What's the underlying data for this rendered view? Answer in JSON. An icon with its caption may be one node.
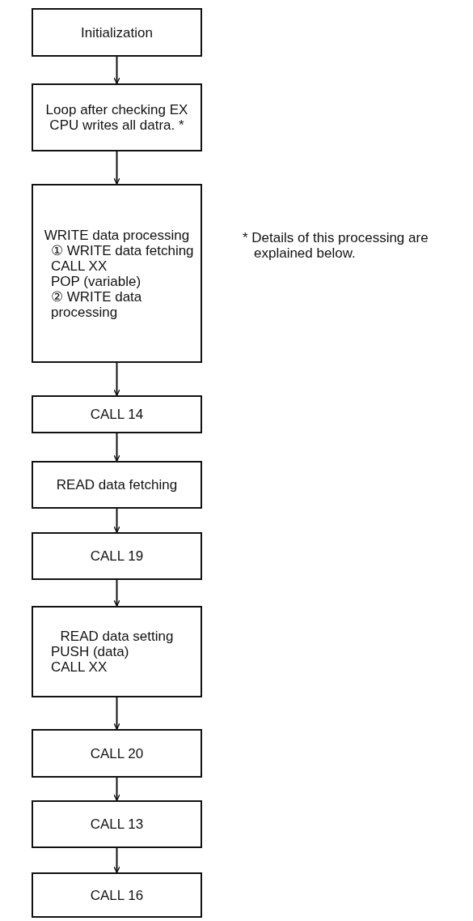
{
  "diagram": {
    "nodes": [
      {
        "text": [
          "Initialization"
        ]
      },
      {
        "text": [
          "Loop after checking EX CPU writes all datra. *"
        ]
      },
      {
        "text": [
          "WRITE data processing",
          "① WRITE data fetching",
          "CALL  XX",
          "POP (variable)",
          "② WRITE data processing"
        ]
      },
      {
        "text": [
          "CALL 14"
        ]
      },
      {
        "text": [
          "READ data fetching"
        ]
      },
      {
        "text": [
          "CALL 19"
        ]
      },
      {
        "text": [
          "READ data setting",
          "PUSH (data)",
          "CALL  XX"
        ]
      },
      {
        "text": [
          "CALL 20"
        ]
      },
      {
        "text": [
          "CALL 13"
        ]
      },
      {
        "text": [
          "CALL 16"
        ]
      }
    ],
    "edges": [
      {
        "from": 0,
        "to": 1,
        "arrow": "to"
      },
      {
        "from": 1,
        "to": 2,
        "arrow": "to"
      },
      {
        "from": 2,
        "to": 3,
        "arrow": "to"
      },
      {
        "from": 3,
        "to": 4,
        "arrow": "to"
      },
      {
        "from": 4,
        "to": 5,
        "arrow": "to"
      },
      {
        "from": 5,
        "to": 6,
        "arrow": "to"
      },
      {
        "from": 6,
        "to": 7,
        "arrow": "to"
      },
      {
        "from": 7,
        "to": 8,
        "arrow": "to"
      },
      {
        "from": 8,
        "to": 9,
        "arrow": "to"
      }
    ],
    "labels": [
      "* Details of this processing are explained below."
    ]
  }
}
